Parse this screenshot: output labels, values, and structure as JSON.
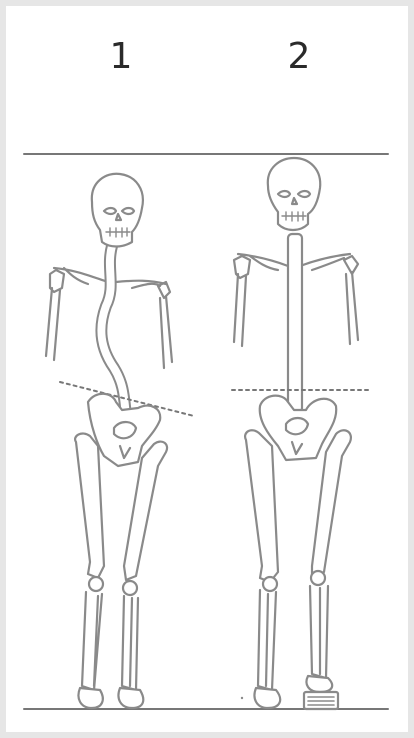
{
  "figures": [
    {
      "label": "1",
      "description_key": "scoliosis-pelvic-tilt"
    },
    {
      "label": "2",
      "description_key": "corrected-with-heel-lift"
    }
  ],
  "colors": {
    "stroke": "#8a8a8a",
    "fill": "#ffffff",
    "background": "#e6e6e6",
    "label": "#2a2a2a"
  }
}
